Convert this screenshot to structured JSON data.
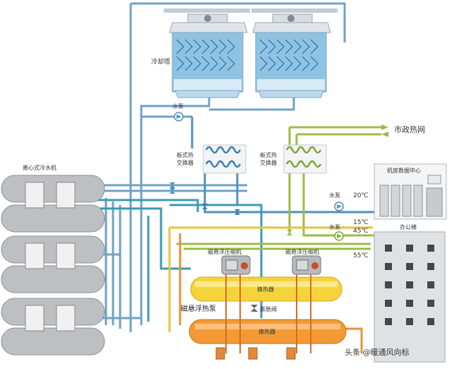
{
  "labels": {
    "cooling_tower": "冷却塔",
    "pump": "水泵",
    "plate_hx": "板式热\n交换器",
    "municipal_heat": "市政热网",
    "chiller": "离心式冷水机",
    "data_center": "机房数据中心",
    "office": "办公楼",
    "mag_compressor": "磁悬浮压缩机",
    "heat_exchanger": "换热器",
    "heat_pump": "磁悬浮热泵",
    "expansion_valve": "膨胀阀",
    "t20": "20℃",
    "t15": "15℃",
    "t45": "45℃",
    "t55": "55℃",
    "watermark": "头条 @暖通风向标"
  },
  "colors": {
    "pipe_blue": "#6fa2c4",
    "pipe_teal": "#3a9bb0",
    "pipe_green": "#9cbc44",
    "pipe_yellow": "#e4c33a",
    "pipe_orange": "#e7903a",
    "tower_fill": "#8fc3e4"
  }
}
